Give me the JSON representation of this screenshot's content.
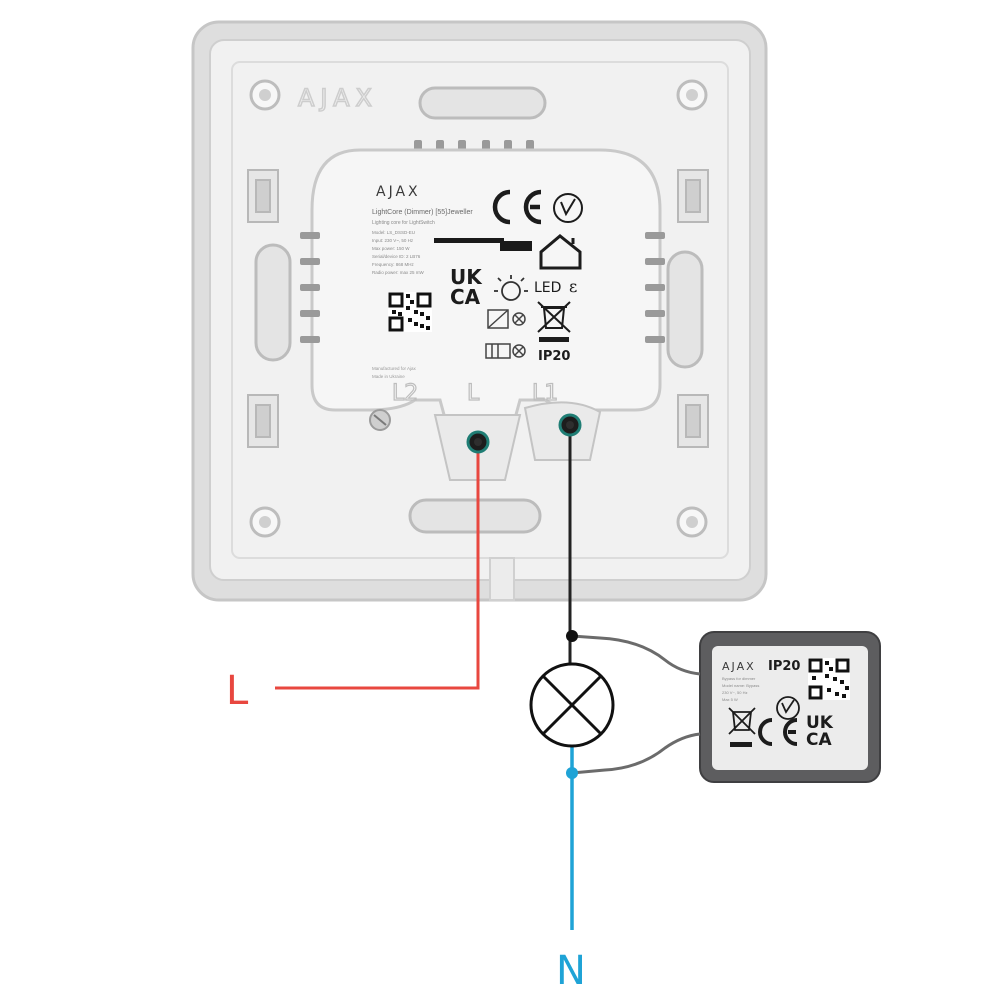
{
  "wiring": {
    "live_label": "L",
    "neutral_label": "N"
  },
  "dimmer": {
    "brand": "AJAX",
    "ghost_brand": "AJAX",
    "product": "LightCore (Dimmer) [55]Jeweller",
    "subtitle": "Lighting core for LightSwitch",
    "spec_lines": [
      "Model: LS_DSSD-EU",
      "Input: 230 V~, 50 Hz",
      "Max power: 150 W",
      "Serial/device ID: 2 LB76",
      "Frequency: 868 MHz",
      "Radio power: max 25 mW"
    ],
    "rating_mark": "UK",
    "rating_mark_2": "CA",
    "led_label": "LED",
    "ip_rating": "IP20",
    "terminal_l2": "L2",
    "terminal_l": "L",
    "terminal_l1": "L1",
    "footer_1": "Manufactured for Ajax",
    "footer_2": "Made in Ukraine"
  },
  "bypass": {
    "brand": "AJAX",
    "ip_rating": "IP20",
    "spec_lines": [
      "Bypass for dimmer",
      "Model name: Bypass",
      "230 V~, 50 Hz",
      "Max 5 W"
    ],
    "rating_mark": "UK",
    "rating_mark_2": "CA"
  },
  "colors": {
    "live_wire": "#e8473f",
    "neutral_wire": "#1fa3d6",
    "load_wire": "#222222",
    "bypass_wire": "#6b6b6b",
    "terminal_ring": "#1f7d74",
    "frame": "#d9d9da",
    "module": "#5c5c5e"
  },
  "icons": [
    "ce-mark-icon",
    "ukca-icon",
    "house-icon",
    "bulb-icon",
    "weee-bin-icon",
    "lamp-symbol-icon",
    "qr-code-icon"
  ]
}
